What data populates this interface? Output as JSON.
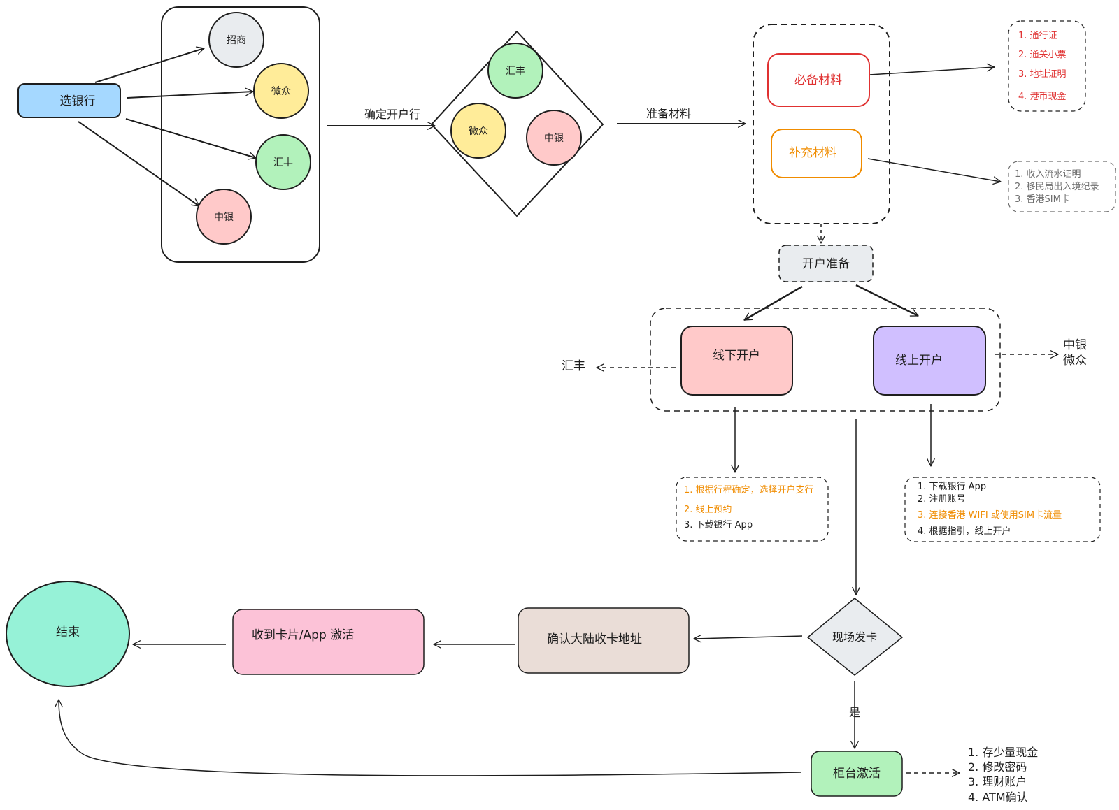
{
  "colors": {
    "stroke": "#1e1e1e",
    "select_bank_fill": "#a5d8ff",
    "cmb_fill": "#e9ecef",
    "webank_fill": "#ffec99",
    "hsbc_fill": "#b2f2bb",
    "boc_fill": "#ffc9c9",
    "required_red": "#e03131",
    "supplement_orange": "#f08c00",
    "grey_text": "#6e6e6e",
    "prep_fill": "#e9ecef",
    "offline_fill": "#ffc9c9",
    "online_fill": "#d0bfff",
    "end_fill": "#96f2d7",
    "receive_fill": "#fcc2d7",
    "confirm_fill": "#eaddd7",
    "issue_fill": "#e9ecef",
    "counter_fill": "#b2f2bb"
  },
  "nodes": {
    "select_bank": "选银行",
    "bank_cmb": "招商",
    "bank_webank": "微众",
    "bank_hsbc": "汇丰",
    "bank_boc": "中银",
    "diamond_hsbc": "汇丰",
    "diamond_webank": "微众",
    "diamond_boc": "中银",
    "required_materials": "必备材料",
    "supplementary_materials": "补充材料",
    "account_prep": "开户准备",
    "offline_open": "线下开户",
    "online_open": "线上开户",
    "hsbc_side": "汇丰",
    "online_banks_line1": "中银",
    "online_banks_line2": "微众",
    "issue_card": "现场发卡",
    "confirm_address": "确认大陆收卡地址",
    "receive_card": "收到卡片/App 激活",
    "end": "结束",
    "counter_activate": "柜台激活"
  },
  "edges": {
    "confirm_bank": "确定开户行",
    "prepare_materials": "准备材料",
    "yes": "是"
  },
  "notes": {
    "required_list": [
      "1. 通行证",
      "2. 通关小票",
      "3. 地址证明",
      "4. 港币现金"
    ],
    "supplement_list": [
      "1. 收入流水证明",
      "2. 移民局出入境纪录",
      "3. 香港SIM卡"
    ],
    "offline_steps": [
      "1. 根据行程确定，选择开户支行",
      "2. 线上预约",
      "3. 下载银行 App"
    ],
    "online_steps": [
      "1. 下载银行 App",
      "2. 注册账号",
      "3. 连接香港 WIFI 或使用SIM卡流量",
      "4. 根据指引，线上开户"
    ],
    "counter_steps": [
      "1. 存少量现金",
      "2. 修改密码",
      "3. 理财账户",
      "4. ATM确认"
    ]
  }
}
